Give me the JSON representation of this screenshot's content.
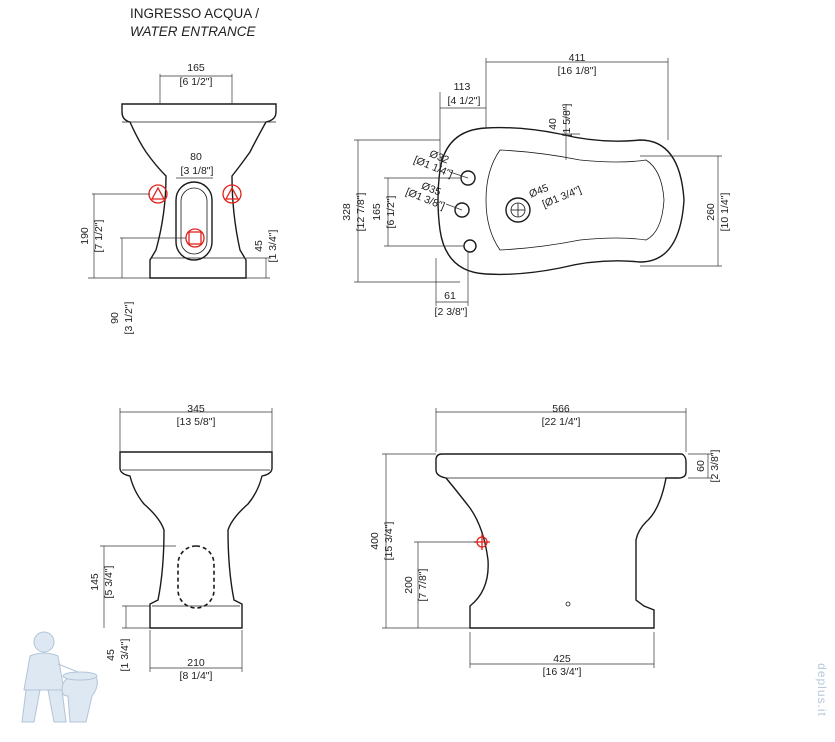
{
  "title": {
    "line1": "INGRESSO ACQUA /",
    "line2": "WATER ENTRANCE"
  },
  "colors": {
    "outline": "#1a1a1a",
    "water_entrance_marker": "#e0221b",
    "watermark": "#b8c9dd"
  },
  "front_view_top": {
    "dims": {
      "top_width": {
        "mm": "165",
        "in": "[6 1/2\"]"
      },
      "waist_width": {
        "mm": "80",
        "in": "[3 1/8\"]"
      },
      "inlet_height": {
        "mm": "190",
        "in": "[7 1/2\"]"
      },
      "inlet_offset": {
        "mm": "90",
        "in": "[3 1/2\"]"
      },
      "base_height": {
        "mm": "45",
        "in": "[1 3/4\"]"
      }
    }
  },
  "plan_view": {
    "dims": {
      "overall_length": {
        "mm": "411",
        "in": "[16 1/8\"]"
      },
      "tap_offset": {
        "mm": "113",
        "in": "[4 1/2\"]"
      },
      "rim_depth": {
        "mm": "40",
        "in": "[1 5/8\"]"
      },
      "hole_32": {
        "mm": "Ø32",
        "in": "[Ø1 1/4\"]"
      },
      "hole_35": {
        "mm": "Ø35",
        "in": "[Ø1 3/8\"]"
      },
      "drain_45": {
        "mm": "Ø45",
        "in": "[Ø1 3/4\"]"
      },
      "overall_width": {
        "mm": "328",
        "in": "[12 7/8\"]"
      },
      "fixing_distance": {
        "mm": "165",
        "in": "[6 1/2\"]"
      },
      "bowl_width": {
        "mm": "260",
        "in": "[10 1/4\"]"
      },
      "rear_offset": {
        "mm": "61",
        "in": "[2 3/8\"]"
      }
    }
  },
  "front_view_bottom": {
    "dims": {
      "top_width": {
        "mm": "345",
        "in": "[13 5/8\"]"
      },
      "outlet_height": {
        "mm": "145",
        "in": "[5 3/4\"]"
      },
      "base_height": {
        "mm": "45",
        "in": "[1 3/4\"]"
      },
      "base_width": {
        "mm": "210",
        "in": "[8 1/4\"]"
      }
    }
  },
  "side_view": {
    "dims": {
      "overall_length": {
        "mm": "566",
        "in": "[22 1/4\"]"
      },
      "rim_height": {
        "mm": "60",
        "in": "[2 3/8\"]"
      },
      "overall_height": {
        "mm": "400",
        "in": "[15 3/4\"]"
      },
      "inlet_height": {
        "mm": "200",
        "in": "[7 7/8\"]"
      },
      "base_length": {
        "mm": "425",
        "in": "[16 3/4\"]"
      }
    }
  },
  "watermark": {
    "text": "deplus.it"
  }
}
